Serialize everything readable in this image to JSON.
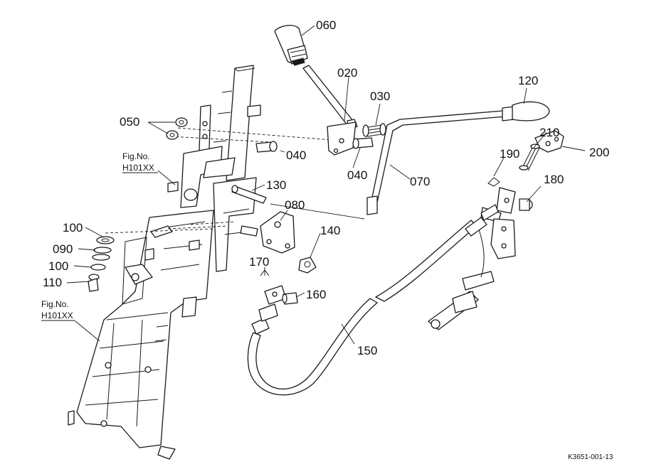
{
  "callouts": {
    "p060": "060",
    "p020": "020",
    "p030": "030",
    "p050": "050",
    "p040a": "040",
    "p040b": "040",
    "p070": "070",
    "p120": "120",
    "p210": "210",
    "p200": "200",
    "p190": "190",
    "p180": "180",
    "p130": "130",
    "p080": "080",
    "p140": "140",
    "p100a": "100",
    "p090": "090",
    "p100b": "100",
    "p110": "110",
    "p170": "170",
    "p160": "160",
    "p150": "150"
  },
  "figure_refs": [
    {
      "prefix": "Fig.No.",
      "code": "H101XX"
    },
    {
      "prefix": "Fig.No.",
      "code": "H101XX"
    }
  ],
  "drawing_code": "K3651-001-13"
}
